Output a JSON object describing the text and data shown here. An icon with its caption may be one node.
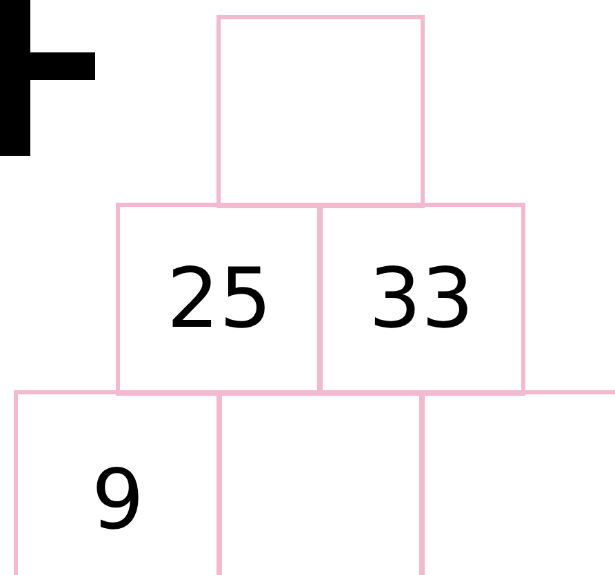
{
  "diagram": {
    "nodes": [
      {
        "text": [],
        "shape": "box"
      },
      {
        "text": [
          "25"
        ]
      },
      {
        "text": [
          "33"
        ]
      },
      {
        "text": [
          "9"
        ]
      },
      {
        "text": [],
        "shape": "box"
      },
      {
        "text": [],
        "shape": "box"
      }
    ]
  }
}
